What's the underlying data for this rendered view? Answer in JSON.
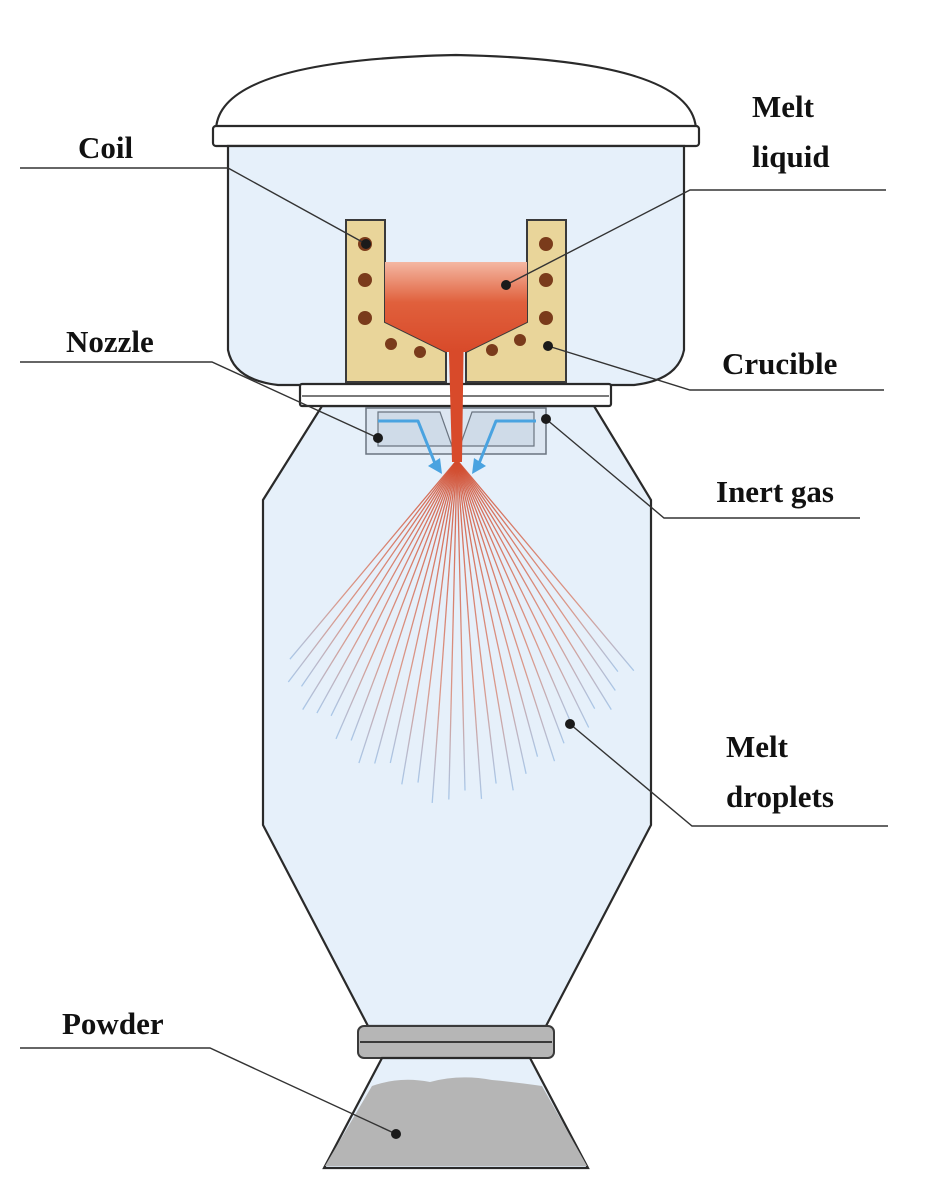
{
  "labels": {
    "coil": "Coil",
    "melt_liquid_line1": "Melt",
    "melt_liquid_line2": "liquid",
    "nozzle": "Nozzle",
    "crucible": "Crucible",
    "inert_gas": "Inert gas",
    "melt_droplets_line1": "Melt",
    "melt_droplets_line2": "droplets",
    "powder": "Powder"
  },
  "colors": {
    "chamber_fill": "#e6f0fa",
    "crucible_fill": "#e9d59a",
    "coil_dot": "#7a3b1b",
    "melt": "#d84a2a",
    "spray": "#c8563a",
    "gas_arrow": "#4aa3e0",
    "powder": "#b5b5b5"
  }
}
